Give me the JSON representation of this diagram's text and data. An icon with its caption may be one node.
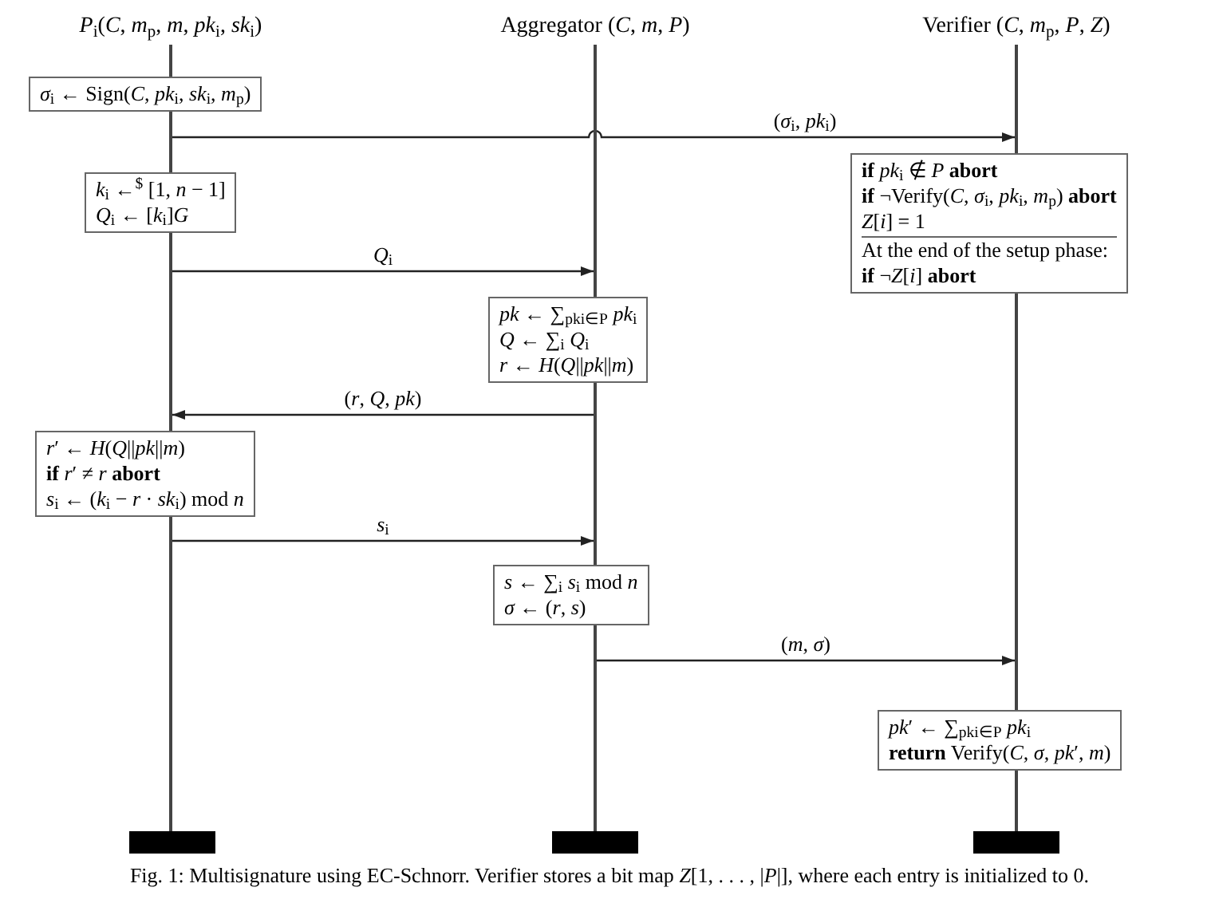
{
  "diagram": {
    "caption": "Fig. 1: Multisignature using EC-Schnorr. Verifier stores a bit map *Z*[1, . . . , |*P*|], where each entry is initialized to 0.",
    "nodes": [
      {
        "text": [
          "*P*$_{i}$(*C*, *m*$_{p}$, *m*, *pk*$_{i}$, *sk*$_{i}$)"
        ]
      },
      {
        "text": [
          "Aggregator (*C*, *m*, *P*)"
        ]
      },
      {
        "text": [
          "Verifier (*C*, *m*$_{p}$, *P*, *Z*)"
        ]
      },
      {
        "text": [],
        "shape": "line"
      },
      {
        "text": [],
        "shape": "line"
      },
      {
        "text": [],
        "shape": "line"
      },
      {
        "text": [
          "*σ*$_{i}$ ← Sign(*C*, *pk*$_{i}$, *sk*$_{i}$, *m*$_{p}$)"
        ]
      },
      {
        "text": [
          "*k*$_{i}$ ←$^{$}$ [1, *n* − 1]",
          "*Q*$_{i}$ ← [*k*$_{i}$]*G*"
        ]
      },
      {
        "text": [
          "**if** *pk*$_{i}$ ∉ *P* **abort**",
          "**if** ¬Verify(*C*, *σ*$_{i}$, *pk*$_{i}$, *m*$_{p}$) **abort**",
          "*Z*[*i*] = 1",
          "At the end of the setup phase:",
          "**if** ¬*Z*[*i*] **abort**"
        ]
      },
      {
        "text": [
          "*pk* ← ∑$_{pki∈P}$ *pk*$_{i}$",
          "*Q* ← ∑$_{i}$ *Q*$_{i}$",
          "*r* ← *H*(*Q*||*pk*||*m*)"
        ]
      },
      {
        "text": [
          "*r*′ ← *H*(*Q*||*pk*||*m*)",
          "**if** *r*′ ≠ *r* **abort**",
          "*s*$_{i}$ ← (*k*$_{i}$ − *r* · *sk*$_{i}$) mod *n*"
        ]
      },
      {
        "text": [
          "*s* ← ∑$_{i}$ *s*$_{i}$ mod *n*",
          "*σ* ← (*r*, *s*)"
        ]
      },
      {
        "text": [
          "*pk*′ ← ∑$_{pki∈P}$ *pk*$_{i}$",
          "**return** Verify(*C*, *σ*, *pk*′, *m*)"
        ]
      },
      {
        "text": [],
        "shape": "bar"
      },
      {
        "text": [],
        "shape": "bar"
      },
      {
        "text": [],
        "shape": "bar"
      }
    ],
    "edges": [
      {
        "from": 3,
        "to": 5,
        "arrow": "to",
        "label": "(*σ*$_{i}$, *pk*$_{i}$)"
      },
      {
        "from": 3,
        "to": 4,
        "arrow": "to",
        "label": "*Q*$_{i}$"
      },
      {
        "from": 4,
        "to": 3,
        "arrow": "to",
        "label": "(*r*, *Q*, *pk*)"
      },
      {
        "from": 3,
        "to": 4,
        "arrow": "to",
        "label": "*s*$_{i}$"
      },
      {
        "from": 4,
        "to": 5,
        "arrow": "to",
        "label": "(*m*, *σ*)"
      }
    ]
  }
}
